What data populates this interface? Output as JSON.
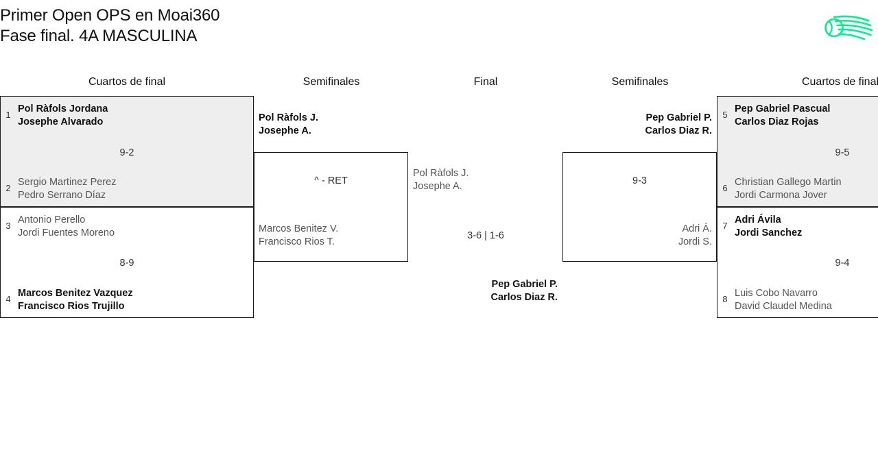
{
  "header": {
    "title_line1": "Primer Open OPS en Moai360",
    "title_line2": "Fase final. 4A MASCULINA",
    "logo_name": "moai360-ball-swoosh-logo",
    "logo_color": "#00F08C"
  },
  "colors": {
    "winner_text": "#111111",
    "loser_text": "#555555",
    "box_border": "#1a1a1a",
    "box_fill": "#eeeeee",
    "page_bg": "#ffffff"
  },
  "round_headers": [
    {
      "label": "Cuartos de final",
      "side": "left"
    },
    {
      "label": "Semifinales",
      "side": "left"
    },
    {
      "label": "Final",
      "side": "center"
    },
    {
      "label": "Semifinales",
      "side": "right"
    },
    {
      "label": "Cuartos de final",
      "side": "right"
    }
  ],
  "bracket": {
    "left": {
      "quarterfinals": [
        {
          "score": "9-2",
          "top": {
            "seed": "1",
            "player1": "Pol Ràfols Jordana",
            "player2": "Josephe Alvarado",
            "winner": true
          },
          "bottom": {
            "seed": "2",
            "player1": "Sergio Martinez Perez",
            "player2": "Pedro Serrano Díaz",
            "winner": false
          }
        },
        {
          "score": "8-9",
          "top": {
            "seed": "3",
            "player1": "Antonio Perello",
            "player2": "Jordi Fuentes Moreno",
            "winner": false
          },
          "bottom": {
            "seed": "4",
            "player1": "Marcos Benitez Vazquez",
            "player2": "Francisco Rios Trujillo",
            "winner": true
          }
        }
      ],
      "semifinal": {
        "score": "^ - RET",
        "top": {
          "player1": "Pol Ràfols J.",
          "player2": "Josephe A.",
          "winner": true
        },
        "bottom": {
          "player1": "Marcos Benitez V.",
          "player2": "Francisco Rios T.",
          "winner": false
        }
      }
    },
    "right": {
      "quarterfinals": [
        {
          "score": "9-5",
          "top": {
            "seed": "5",
            "player1": "Pep Gabriel Pascual",
            "player2": "Carlos Diaz Rojas",
            "winner": true
          },
          "bottom": {
            "seed": "6",
            "player1": "Christian Gallego Martin",
            "player2": "Jordi Carmona Jover",
            "winner": false
          }
        },
        {
          "score": "9-4",
          "top": {
            "seed": "7",
            "player1": "Adri Ávila",
            "player2": "Jordi Sanchez",
            "winner": true
          },
          "bottom": {
            "seed": "8",
            "player1": "Luis Cobo Navarro",
            "player2": "David Claudel Medina",
            "winner": false
          }
        }
      ],
      "semifinal": {
        "score": "9-3",
        "top": {
          "player1": "Pep Gabriel P.",
          "player2": "Carlos Diaz R.",
          "winner": true
        },
        "bottom": {
          "player1": "Adri Á.",
          "player2": "Jordi S.",
          "winner": false
        }
      }
    },
    "final": {
      "score": "3-6 | 1-6",
      "left_team": {
        "player1": "Pol Ràfols J.",
        "player2": "Josephe A.",
        "winner": false
      },
      "right_team": {
        "player1": "Pep Gabriel P.",
        "player2": "Carlos Diaz R.",
        "winner": true
      },
      "champion": {
        "player1": "Pep Gabriel P.",
        "player2": "Carlos Diaz R."
      }
    }
  }
}
